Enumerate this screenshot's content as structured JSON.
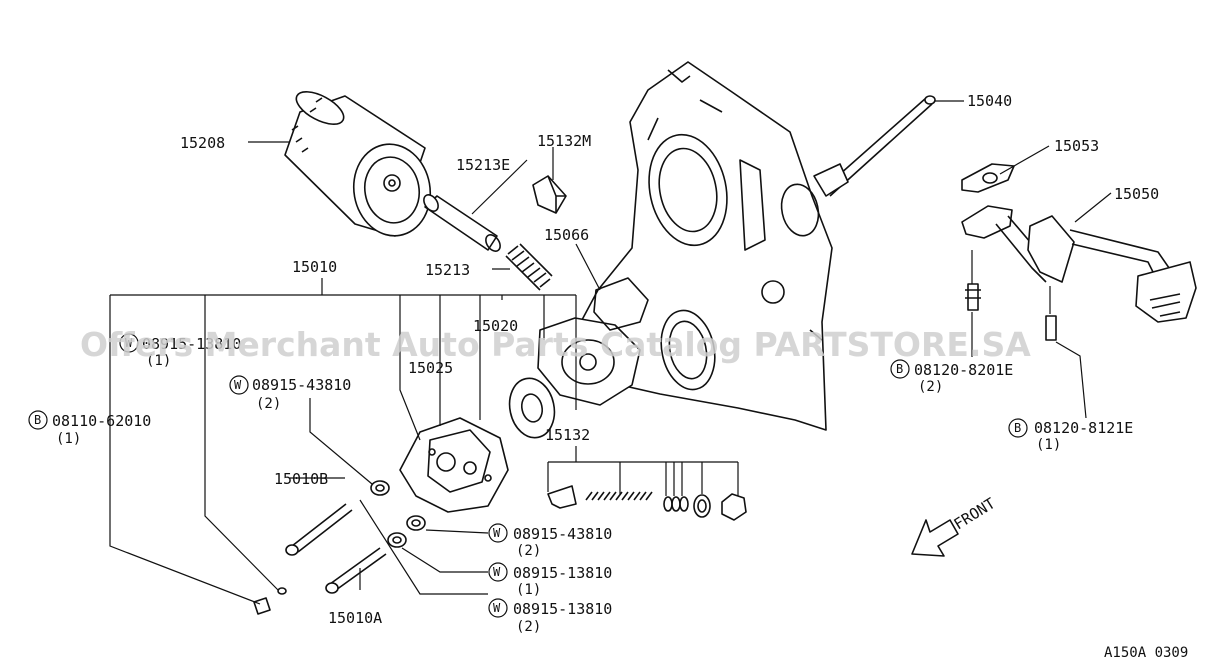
{
  "watermark": "Offers Merchant Auto Parts Catalog PARTSTORE.SA",
  "figure_ref": "A150A 0309",
  "front_label": "FRONT",
  "part_labels": {
    "p15208": "15208",
    "p15213E": "15213E",
    "p15132M": "15132M",
    "p15040": "15040",
    "p15053": "15053",
    "p15050": "15050",
    "p15066": "15066",
    "p15213": "15213",
    "p15010": "15010",
    "p15020": "15020",
    "p15025": "15025",
    "p15132": "15132",
    "p15010B": "15010B",
    "p15010A": "15010A"
  },
  "callouts": {
    "w0": {
      "prefix": "W",
      "number": "08915-13810",
      "qty": "(1)"
    },
    "w1": {
      "prefix": "W",
      "number": "08915-43810",
      "qty": "(2)"
    },
    "b0": {
      "prefix": "B",
      "number": "08110-62010",
      "qty": "(1)"
    },
    "w2": {
      "prefix": "W",
      "number": "08915-43810",
      "qty": "(2)"
    },
    "w3": {
      "prefix": "W",
      "number": "08915-13810",
      "qty": "(1)"
    },
    "w4": {
      "prefix": "W",
      "number": "08915-13810",
      "qty": "(2)"
    },
    "b1": {
      "prefix": "B",
      "number": "08120-8201E",
      "qty": "(2)"
    },
    "b2": {
      "prefix": "B",
      "number": "08120-8121E",
      "qty": "(1)"
    }
  }
}
